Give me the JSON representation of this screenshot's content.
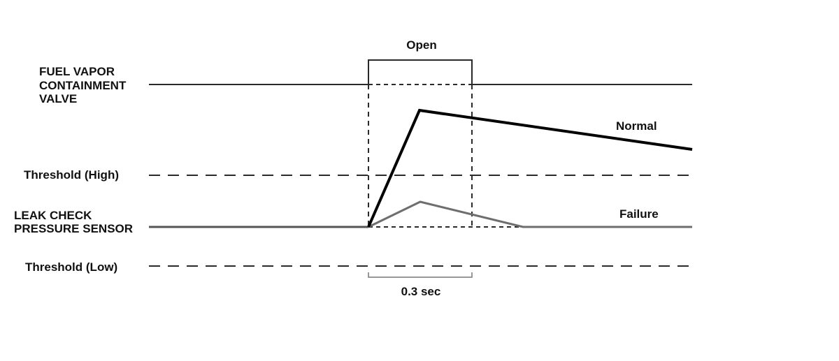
{
  "labels": {
    "open": "Open",
    "valve_line1": "FUEL VAPOR",
    "valve_line2": "CONTAINMENT",
    "valve_line3": "VALVE",
    "normal": "Normal",
    "threshold_high": "Threshold (High)",
    "sensor_line1": "LEAK CHECK",
    "sensor_line2": "PRESSURE SENSOR",
    "failure": "Failure",
    "threshold_low": "Threshold (Low)",
    "duration": "0.3 sec"
  },
  "colors": {
    "line": "#2a2a2a",
    "normal_trace": "#000000",
    "failure_trace": "#6e6e6e"
  }
}
